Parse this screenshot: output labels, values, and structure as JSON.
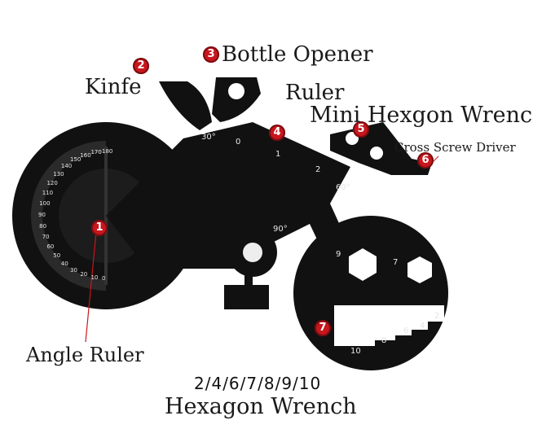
{
  "labels": {
    "knife": "Kinfe",
    "bottle_opener": "Bottle Opener",
    "ruler": "Ruler",
    "mini_hex_wrench": "Mini Hexgon Wrench",
    "cross_screw_driver": "Cross Screw Driver",
    "angle_ruler": "Angle Ruler",
    "hex_sizes": "2/4/6/7/8/9/10",
    "hex_wrench": "Hexagon Wrench"
  },
  "badges": [
    "1",
    "2",
    "3",
    "4",
    "5",
    "6",
    "7"
  ],
  "tool_markings": {
    "angle_30": "30°",
    "angle_60": "60°",
    "angle_90": "90°",
    "ruler_0": "0",
    "ruler_1": "1",
    "ruler_2": "2",
    "hex_9": "9",
    "hex_7": "7",
    "wrench_sizes": [
      "10",
      "8",
      "6",
      "4",
      "2"
    ],
    "protractor_scale": [
      "0",
      "10",
      "20",
      "30",
      "40",
      "50",
      "60",
      "70",
      "80",
      "90",
      "100",
      "110",
      "120",
      "130",
      "140",
      "150",
      "160",
      "170",
      "180"
    ]
  },
  "colors": {
    "tool_black": "#111111",
    "badge_red": "#c8161d",
    "label_text": "#1a1a1a",
    "marking_white": "#e6e6e6"
  }
}
